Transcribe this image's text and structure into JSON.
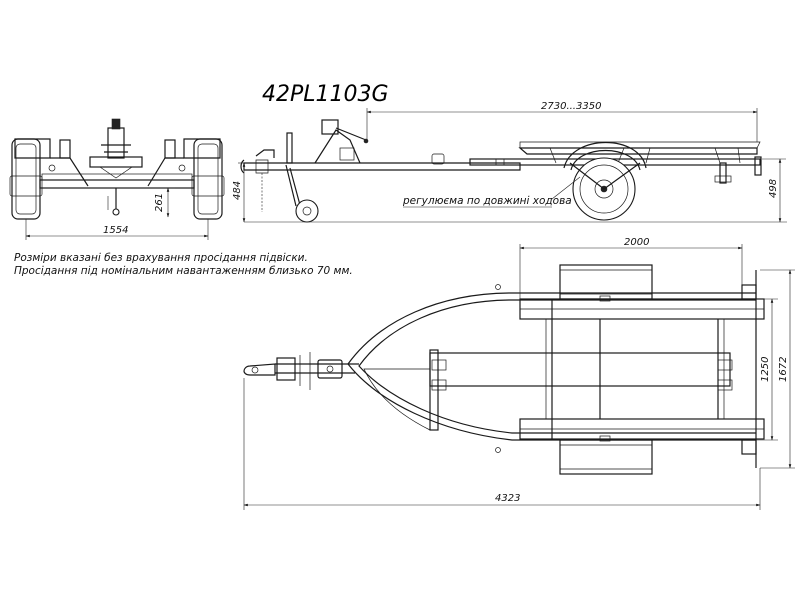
{
  "drawing": {
    "title": "42PL1103G",
    "notes": [
      "Розміри вказані без врахування просідання підвіски.",
      "Просідання під номінальним навантаженням близько 70 мм."
    ],
    "callout": "регулюєма по довжині ходова",
    "dimensions": {
      "deck_length": "2730...3350",
      "frame_height_right": "498",
      "hitch_height": "484",
      "ground_clearance": "261",
      "track_width": "1554",
      "axle_length": "2000",
      "inner_width": "1250",
      "overall_width": "1672",
      "overall_length": "4323"
    }
  }
}
